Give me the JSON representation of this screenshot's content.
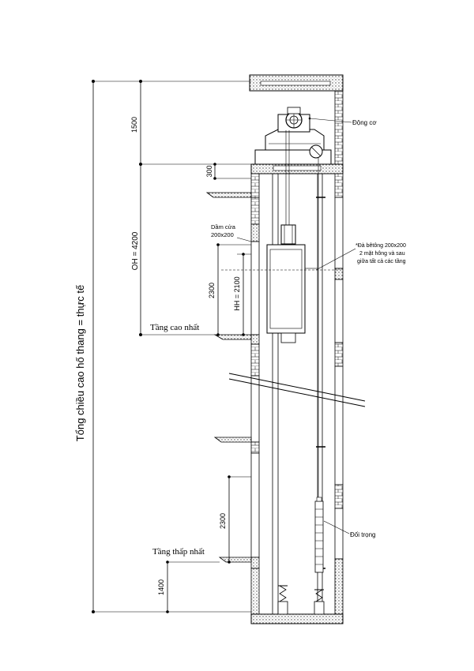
{
  "labels": {
    "motor": "Động cơ",
    "door_beam_line1": "Dầm cửa",
    "door_beam_line2": "200x200",
    "concrete_line1": "*Đà bêtông 200x200",
    "concrete_line2": "2 mặt hông và sau",
    "concrete_line3": "giữa tất cả các tầng",
    "top_floor": "Tầng cao nhất",
    "bottom_floor": "Tầng thấp nhất",
    "counterweight": "Đối trọng",
    "total_height": "Tổng chiều cao hố thang = thực tế"
  },
  "dimensions": {
    "d1500": "1500",
    "d300": "300",
    "oh": "OH = 4200",
    "d2300_top": "2300",
    "hh": "HH = 2100",
    "d2300_bottom": "2300",
    "d1400": "1400"
  },
  "colors": {
    "line": "#000000",
    "hatch": "#555555"
  }
}
